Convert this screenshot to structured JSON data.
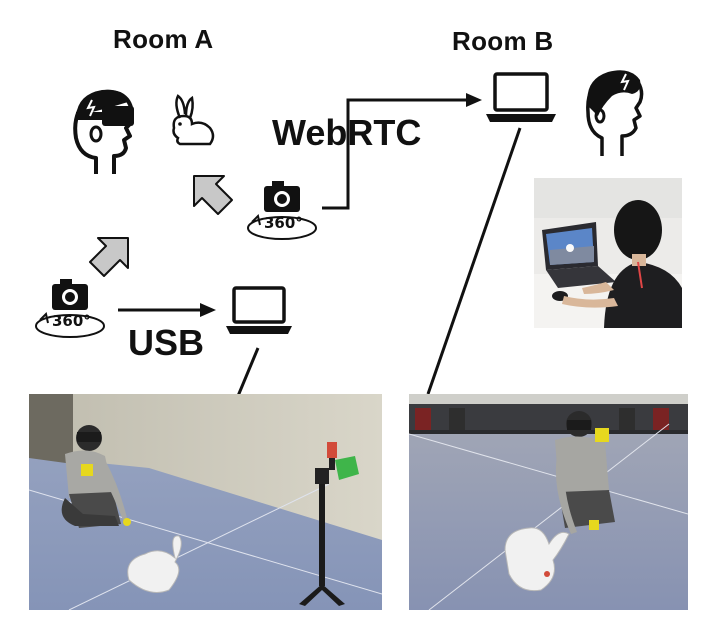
{
  "labels": {
    "room_a": "Room A",
    "room_b": "Room B",
    "webrtc": "WebRTC",
    "usb": "USB",
    "camera_top": "360°",
    "camera_bottom": "360°"
  },
  "colors": {
    "ink": "#111111",
    "arrow_fill": "#c8c8c8",
    "green_cube": "#3fb54a",
    "yellow_cube": "#f2e21a",
    "floor_blue": "#8d9bbd",
    "wall_beige": "#cfccbe"
  },
  "icons": [
    "vr-headset-user-icon",
    "rabbit-icon",
    "camera-360-icon",
    "laptop-icon",
    "user-head-icon"
  ]
}
